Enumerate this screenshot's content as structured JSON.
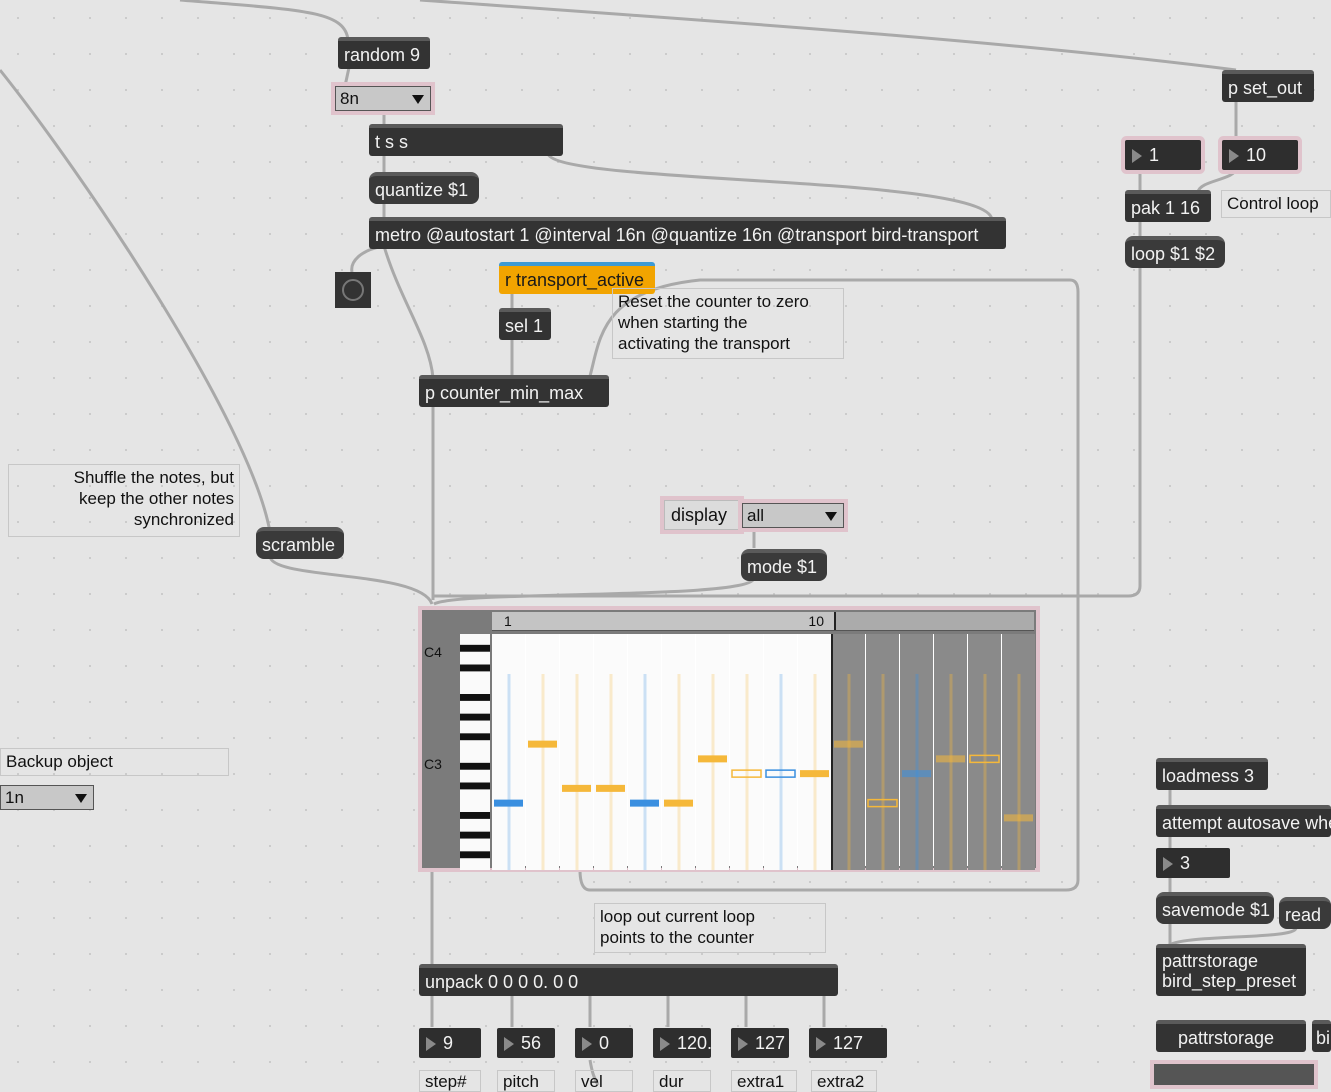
{
  "objects": {
    "random": "random 9",
    "tss": "t s s",
    "quantize": "quantize $1",
    "metro": "metro @autostart 1 @interval 16n @quantize 16n @transport bird-transport",
    "transport_active": "r transport_active",
    "sel": "sel 1",
    "counter": "p counter_min_max",
    "scramble": "scramble",
    "mode": "mode $1",
    "set_out": "p set_out",
    "pak": "pak 1 16",
    "loop": "loop $1 $2",
    "unpack": "unpack 0 0 0 0. 0 0",
    "loadmess": "loadmess 3",
    "autosave": "attempt autosave whe",
    "savemode": "savemode $1",
    "read": "read",
    "pattrstorage_preset": "pattrstorage\nbird_step_preset",
    "pattrstorage": "pattrstorage",
    "bi": "bi"
  },
  "menus": {
    "rate": "8n",
    "display_mode": "all",
    "backup_rate": "1n"
  },
  "buttons": {
    "display": "display"
  },
  "numbers": {
    "loop_start": "1",
    "loop_end": "10",
    "savemode_value": "3",
    "step": "9",
    "pitch": "56",
    "out3": "0",
    "out4": "120.",
    "extra1": "127",
    "extra2": "127"
  },
  "comments": {
    "control_loop": "Control loop",
    "reset": "Reset the counter to zero\nwhen starting the\nactivating the transport",
    "shuffle": "Shuffle the notes, but\nkeep the other notes\nsynchronized",
    "backup": "Backup object",
    "loop_out": "loop out current loop\npoints to the counter"
  },
  "bottom_labels": [
    "step#",
    "pitch",
    "vel",
    "dur",
    "extra1",
    "extra2"
  ],
  "sequencer": {
    "loop_start_label": "1",
    "loop_end_label": "10",
    "octave_c4": "C4",
    "octave_c3": "C3",
    "steps": 16,
    "loop_length": 10,
    "pitch_range": [
      48,
      63
    ],
    "notes": [
      {
        "step": 1,
        "pitch": 52,
        "color": "blue",
        "filled": true
      },
      {
        "step": 2,
        "pitch": 56,
        "color": "orange",
        "filled": true
      },
      {
        "step": 3,
        "pitch": 53,
        "color": "orange",
        "filled": true
      },
      {
        "step": 4,
        "pitch": 53,
        "color": "orange",
        "filled": true
      },
      {
        "step": 5,
        "pitch": 52,
        "color": "blue",
        "filled": true
      },
      {
        "step": 6,
        "pitch": 52,
        "color": "orange",
        "filled": true
      },
      {
        "step": 7,
        "pitch": 55,
        "color": "orange",
        "filled": true
      },
      {
        "step": 8,
        "pitch": 54,
        "color": "orange",
        "filled": false
      },
      {
        "step": 9,
        "pitch": 54,
        "color": "blue",
        "filled": false
      },
      {
        "step": 10,
        "pitch": 54,
        "color": "orange",
        "filled": true
      },
      {
        "step": 11,
        "pitch": 56,
        "color": "orange",
        "filled": true
      },
      {
        "step": 12,
        "pitch": 52,
        "color": "orange",
        "filled": false
      },
      {
        "step": 13,
        "pitch": 54,
        "color": "blue",
        "filled": true
      },
      {
        "step": 14,
        "pitch": 55,
        "color": "orange",
        "filled": true
      },
      {
        "step": 15,
        "pitch": 55,
        "color": "orange",
        "filled": false
      },
      {
        "step": 16,
        "pitch": 51,
        "color": "orange",
        "filled": true
      }
    ],
    "colors": {
      "blue": "#3a8fe0",
      "orange": "#f5b83a"
    }
  }
}
